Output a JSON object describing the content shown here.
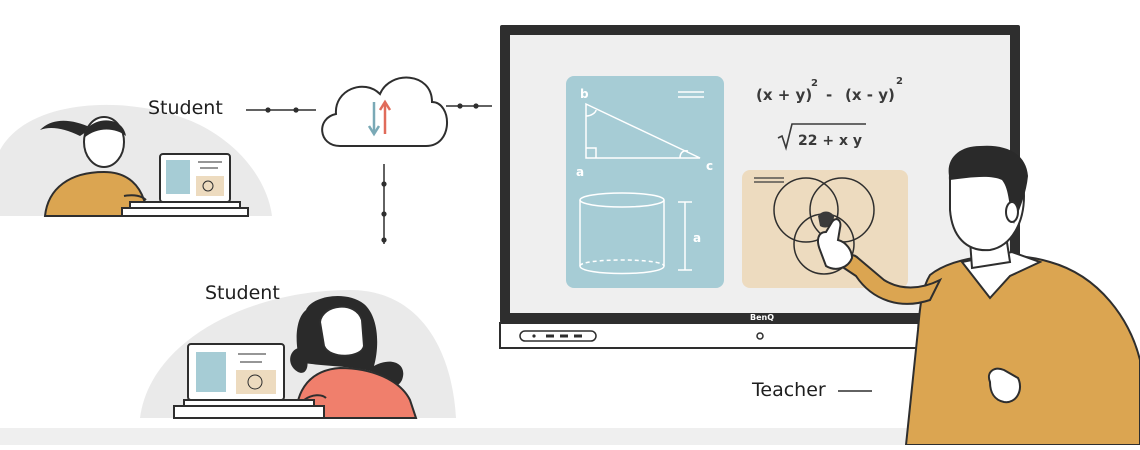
{
  "labels": {
    "student_1": "Student",
    "student_2": "Student",
    "teacher": "Teacher"
  },
  "board": {
    "brand": "BenQ",
    "equation_1": "(x + y)",
    "equation_1_exp": "2",
    "equation_minus": "-",
    "equation_2": "(x - y)",
    "equation_2_exp": "2",
    "equation_root": "22 + x y",
    "triangle_label_b": "b",
    "triangle_label_a": "a",
    "triangle_label_c": "c",
    "cylinder_label_a": "a"
  },
  "colors": {
    "teal_panel": "#a6ccd5",
    "tan_panel": "#eddbbf",
    "sweater": "#dba551",
    "student_top": "#f07f6c",
    "outline": "#2e2e2e"
  }
}
